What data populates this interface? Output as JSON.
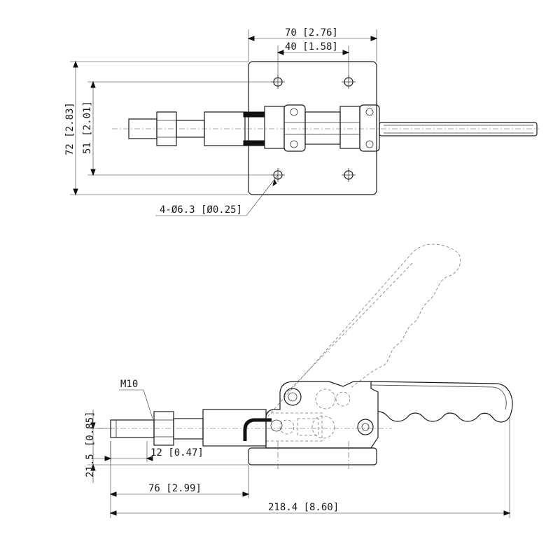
{
  "top_view": {
    "width_outer": "70 [2.76]",
    "width_inner": "40 [1.58]",
    "height_outer": "72 [2.83]",
    "height_inner": "51 [2.01]",
    "hole_callout": "4-Ø6.3 [Ø0.25]"
  },
  "side_view": {
    "thread_label": "M10",
    "thread_dim": "12 [0.47]",
    "height_small": "21.5",
    "height_bracket": "[0.85]",
    "length_base": "76 [2.99]",
    "length_total": "218.4 [8.60]"
  }
}
